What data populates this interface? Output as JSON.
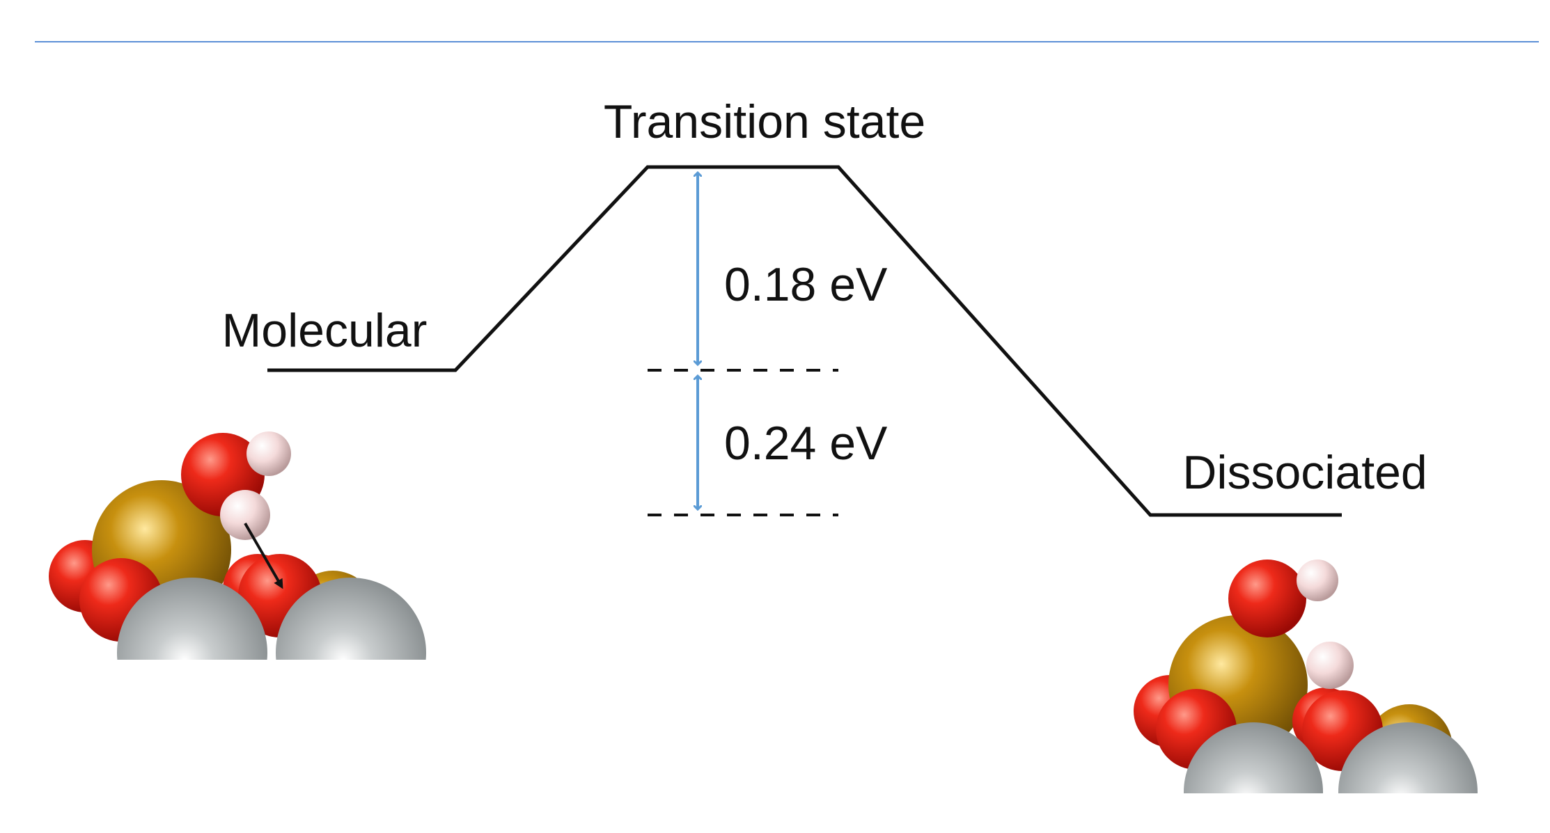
{
  "diagram": {
    "type": "energy-profile",
    "states": {
      "transition_state": "Transition state",
      "molecular": "Molecular",
      "dissociated": "Dissociated"
    },
    "barriers": {
      "forward": "0.18 eV",
      "reaction": "0.24 eV"
    },
    "colors": {
      "rule": "#5b8fd6",
      "profile": "#111111",
      "arrow": "#5b9bd5",
      "atom_oxygen": "#e01010",
      "atom_hydrogen": "#f5dede",
      "atom_metal": "#c28a10",
      "atom_substrate": "#9ea4a6"
    }
  }
}
